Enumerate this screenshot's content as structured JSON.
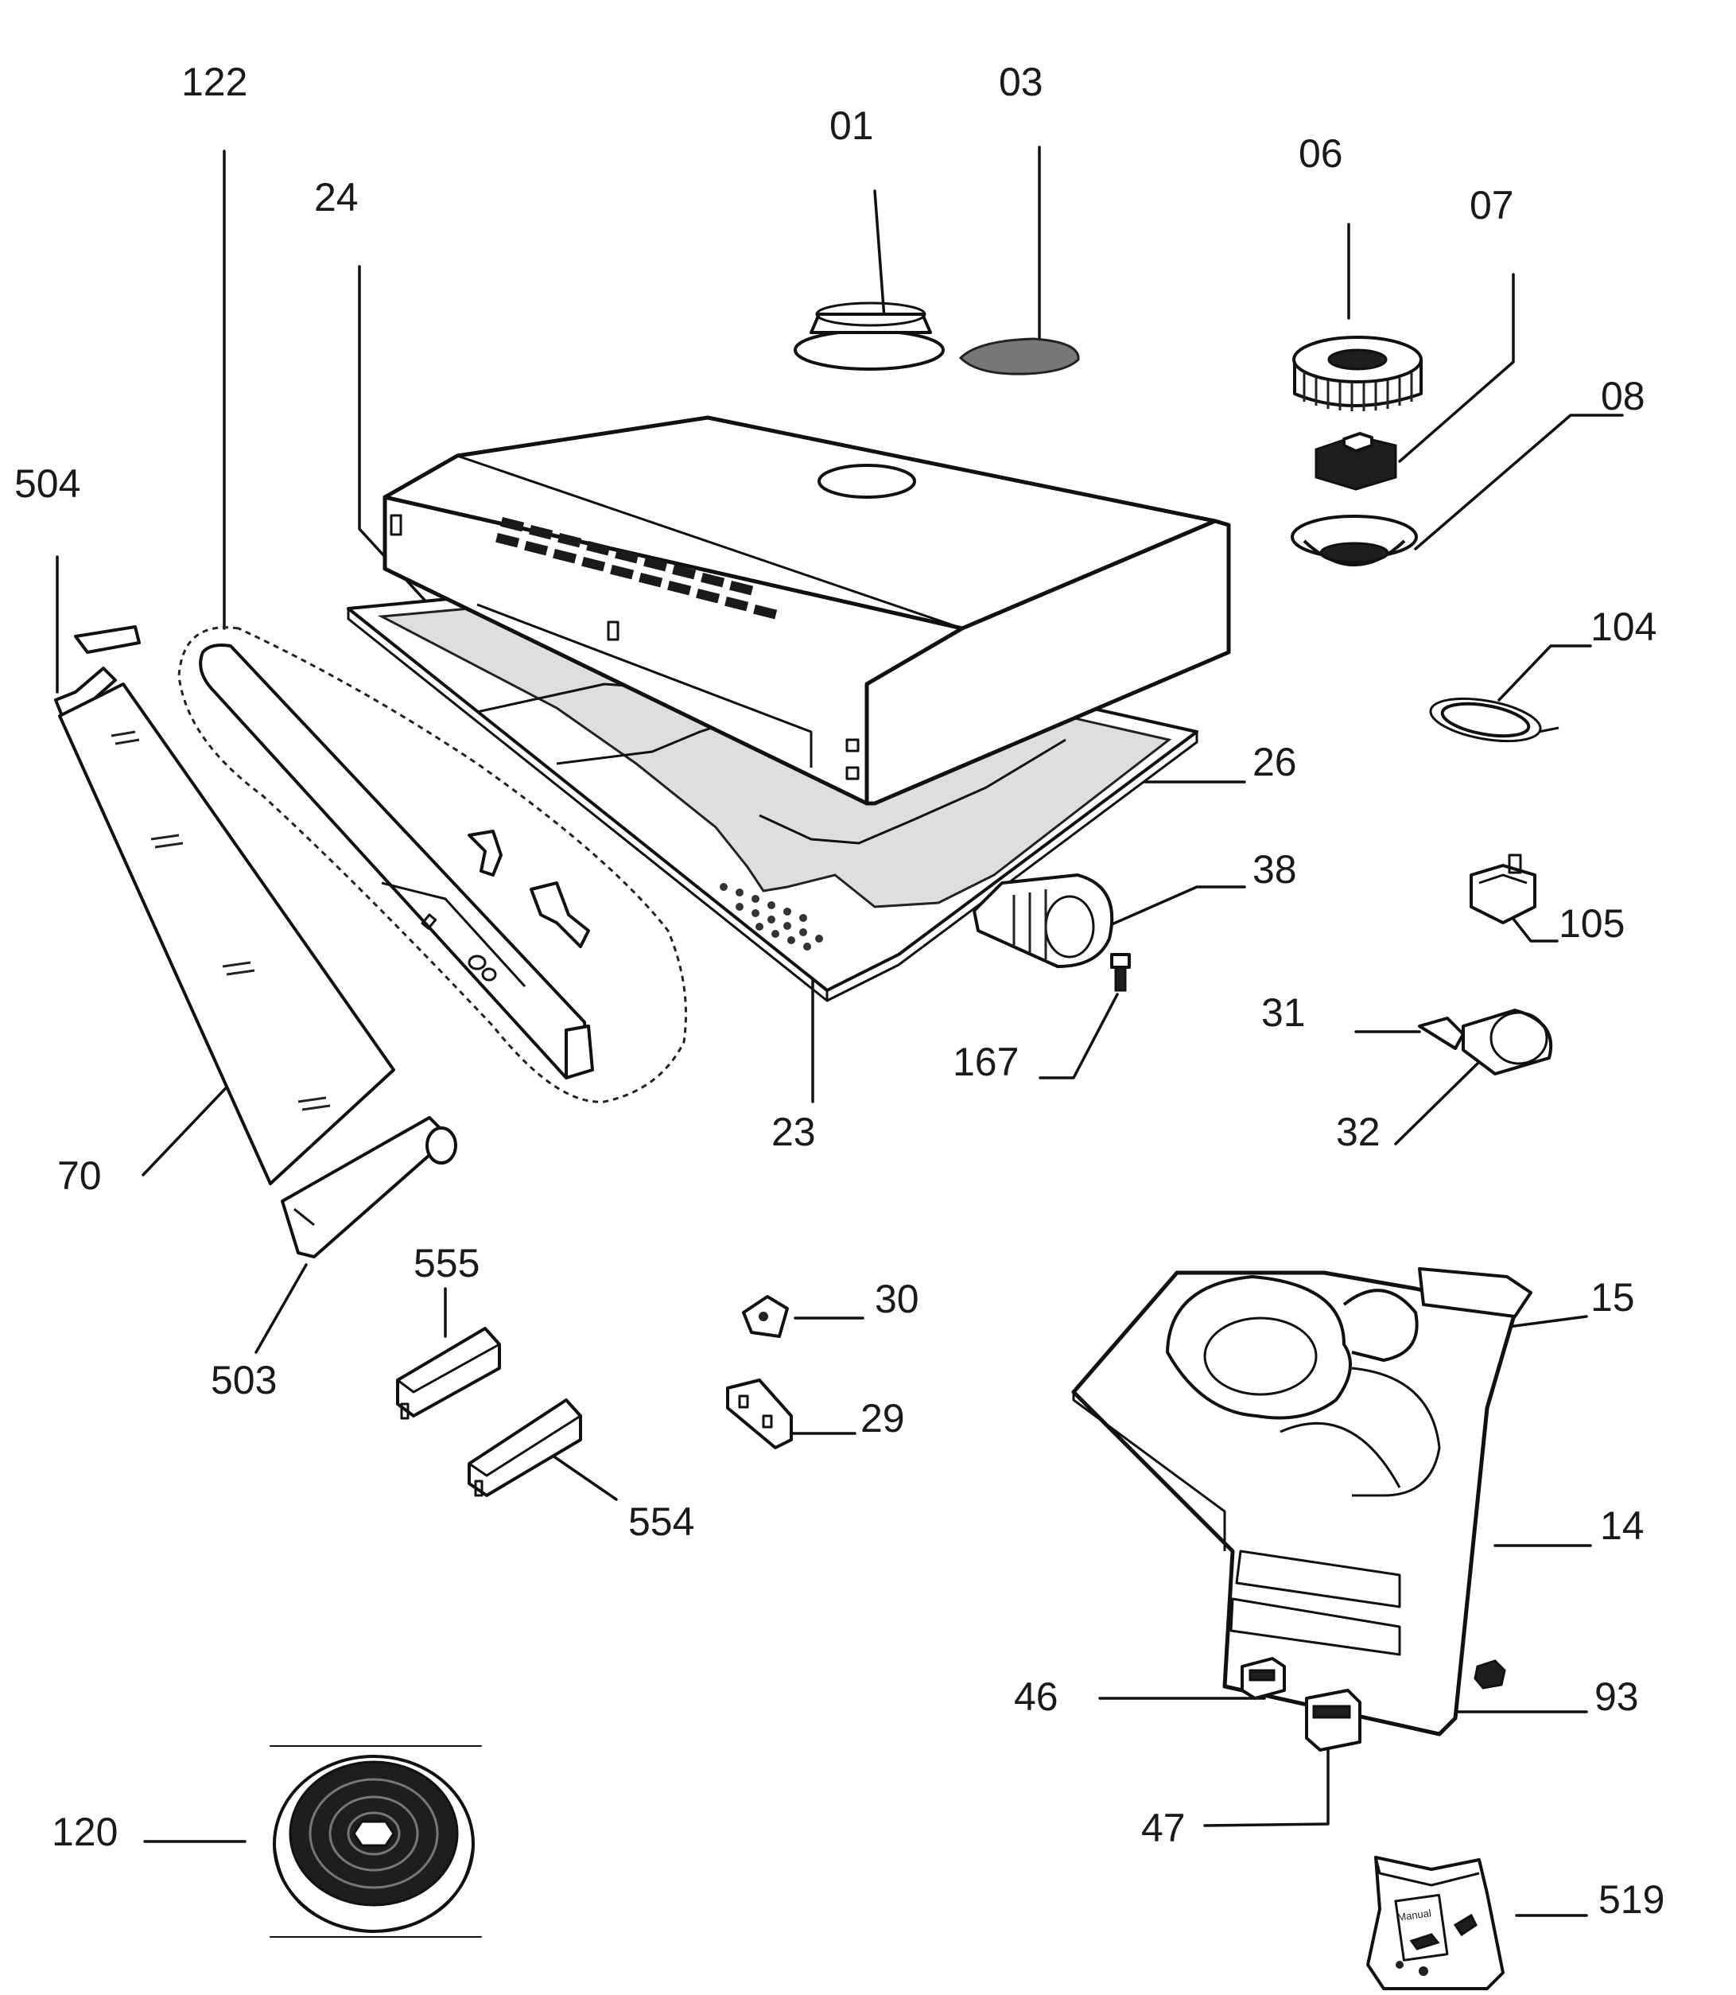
{
  "diagram": {
    "labels": [
      {
        "id": "122",
        "text": "122"
      },
      {
        "id": "01",
        "text": "01"
      },
      {
        "id": "03",
        "text": "03"
      },
      {
        "id": "06",
        "text": "06"
      },
      {
        "id": "07",
        "text": "07"
      },
      {
        "id": "24",
        "text": "24"
      },
      {
        "id": "08",
        "text": "08"
      },
      {
        "id": "504",
        "text": "504"
      },
      {
        "id": "104",
        "text": "104"
      },
      {
        "id": "26",
        "text": "26"
      },
      {
        "id": "38",
        "text": "38"
      },
      {
        "id": "105",
        "text": "105"
      },
      {
        "id": "31",
        "text": "31"
      },
      {
        "id": "167",
        "text": "167"
      },
      {
        "id": "23",
        "text": "23"
      },
      {
        "id": "32",
        "text": "32"
      },
      {
        "id": "70",
        "text": "70"
      },
      {
        "id": "555",
        "text": "555"
      },
      {
        "id": "30",
        "text": "30"
      },
      {
        "id": "15",
        "text": "15"
      },
      {
        "id": "503",
        "text": "503"
      },
      {
        "id": "29",
        "text": "29"
      },
      {
        "id": "554",
        "text": "554"
      },
      {
        "id": "14",
        "text": "14"
      },
      {
        "id": "46",
        "text": "46"
      },
      {
        "id": "93",
        "text": "93"
      },
      {
        "id": "120",
        "text": "120"
      },
      {
        "id": "47",
        "text": "47"
      },
      {
        "id": "519",
        "text": "519"
      }
    ],
    "bag_text": "Manual"
  }
}
